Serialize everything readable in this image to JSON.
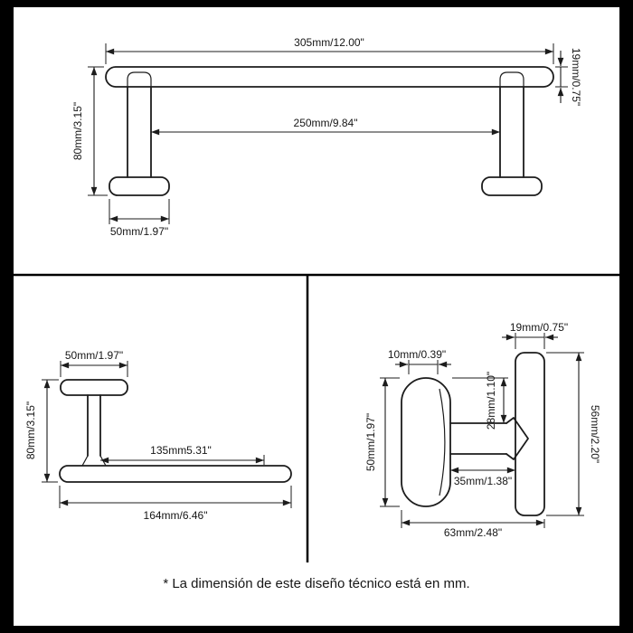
{
  "frame": {
    "background_color": "#000000",
    "paper_color": "#ffffff",
    "line_color": "#1c1c1c"
  },
  "footer": {
    "note": "* La dimensión de este diseño técnico está en mm."
  },
  "towel_bar": {
    "overall_length": "305mm/12.00\"",
    "bar_diameter": "19mm/0.75\"",
    "height": "80mm/3.15\"",
    "inner_span": "250mm/9.84\"",
    "base_width": "50mm/1.97\""
  },
  "paper_holder": {
    "base_width": "50mm/1.97\"",
    "height": "80mm/3.15\"",
    "arm_length": "135mm5.31\"",
    "overall_length": "164mm/6.46\""
  },
  "robe_hook": {
    "plate_width": "19mm/0.75\"",
    "knob_top_width": "10mm/0.39\"",
    "upper_offset": "28mm/1.10\"",
    "plate_height": "56mm/2.20\"",
    "knob_height": "50mm/1.97\"",
    "stem_length": "35mm/1.38\"",
    "overall_depth": "63mm/2.48\""
  }
}
